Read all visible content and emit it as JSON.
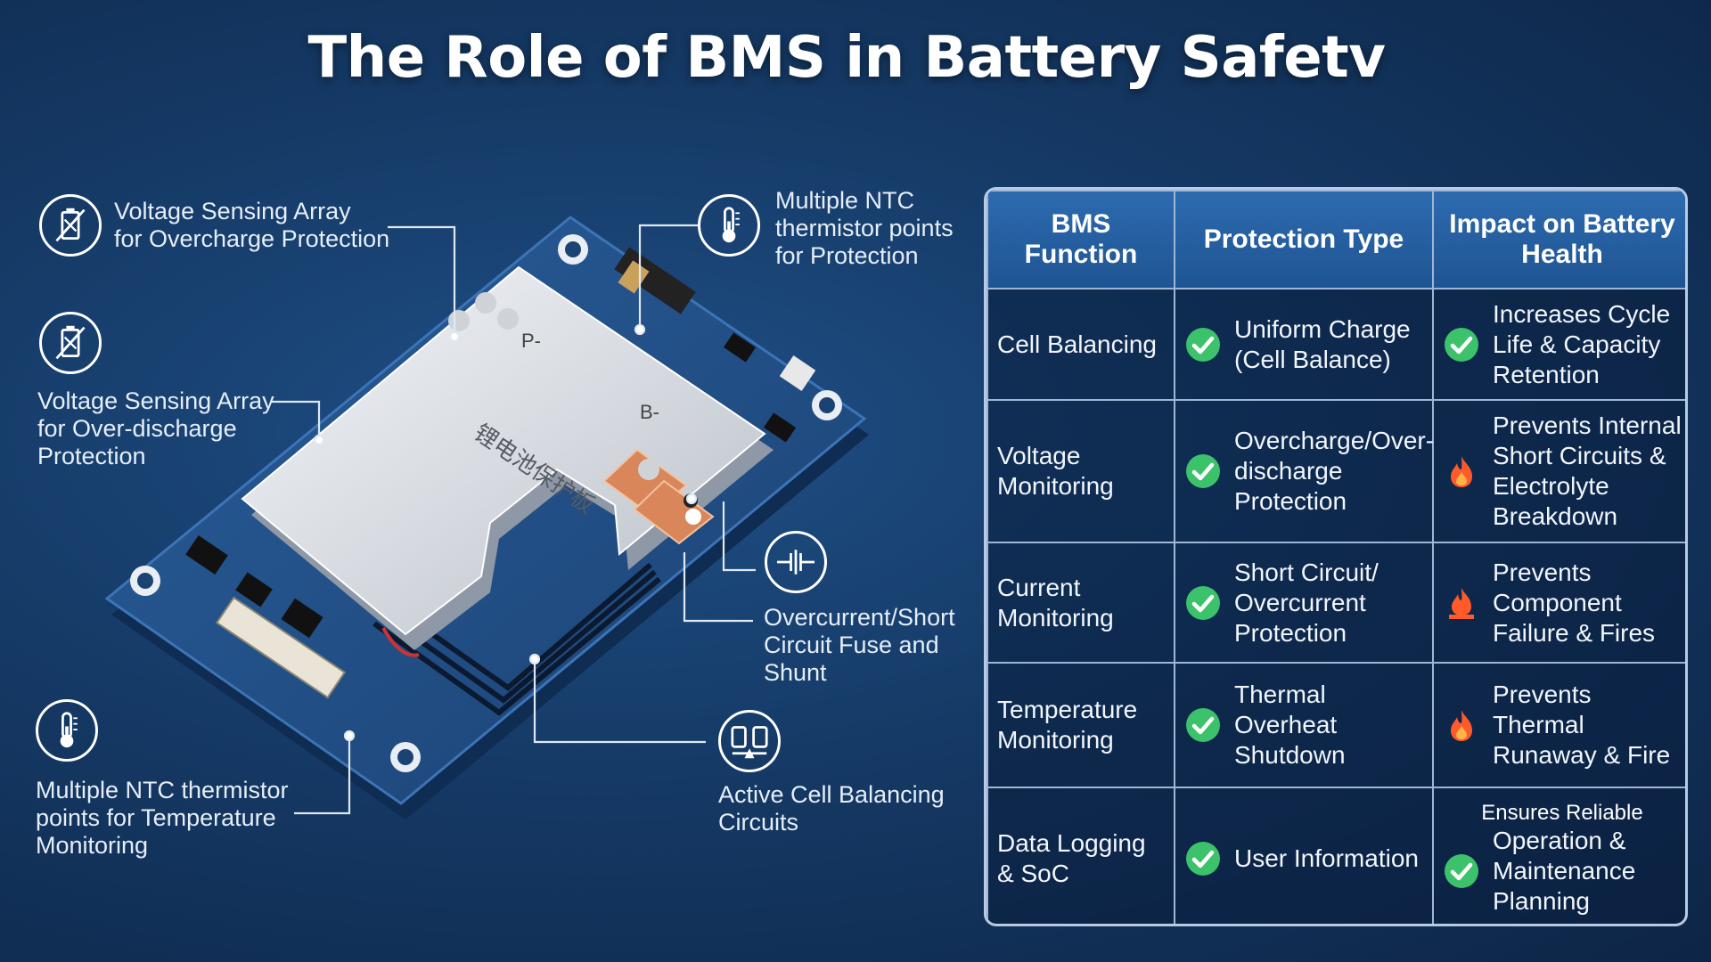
{
  "title": "The Role of BMS in Battery Safetv",
  "board": {
    "label": "锂电池保护板",
    "pad_p": "P-",
    "pad_b": "B-"
  },
  "callouts": [
    {
      "icon": "battery-cross-icon",
      "text": "Voltage Sensing Array\nfor Overcharge Protection"
    },
    {
      "icon": "battery-cross-icon",
      "text": "Voltage Sensing Array\nfor Over-discharge\nProtection"
    },
    {
      "icon": "thermometer-icon",
      "text": "Multiple NTC thermistor\npoints for Temperature\nMonitoring"
    },
    {
      "icon": "thermometer-icon",
      "text": "Multiple NTC\nthermistor points\nfor Protection"
    },
    {
      "icon": "fuse-icon",
      "text": "Overcurrent/Short\nCircuit Fuse and\nShunt"
    },
    {
      "icon": "balance-icon",
      "text": "Active Cell Balancing\nCircuits"
    }
  ],
  "table": {
    "headers": [
      "BMS Function",
      "Protection Type",
      "Impact on Battery Health"
    ],
    "rows": [
      {
        "function": "Cell Balancing",
        "protection": "Uniform Charge (Cell Balance)",
        "protection_icon": "check-icon",
        "impact": "Increases Cycle Life & Capacity Retention",
        "impact_icon": "check-icon",
        "impact_note": ""
      },
      {
        "function": "Voltage Monitoring",
        "protection": "Overcharge/Over-discharge Protection",
        "protection_icon": "check-icon",
        "impact": "Prevents Internal Short Circuits & Electrolyte Breakdown",
        "impact_icon": "flame-icon",
        "impact_note": ""
      },
      {
        "function": "Current Monitoring",
        "protection": "Short Circuit/ Overcurrent Protection",
        "protection_icon": "check-icon",
        "impact": "Prevents Component Failure & Fires",
        "impact_icon": "fire-icon",
        "impact_note": ""
      },
      {
        "function": "Temperature Monitoring",
        "protection": "Thermal Overheat Shutdown",
        "protection_icon": "check-icon",
        "impact": "Prevents Thermal Runaway & Fire",
        "impact_icon": "flame-icon",
        "impact_note": ""
      },
      {
        "function": "Data Logging & SoC",
        "protection": "User Information",
        "protection_icon": "check-icon",
        "impact": "Operation & Maintenance Planning",
        "impact_icon": "check-icon",
        "impact_note": "Ensures Reliable"
      }
    ]
  },
  "colors": {
    "background": "#153a66",
    "header": "#2d6bb0",
    "check": "#3cc26a",
    "flame": "#ff5a2a",
    "copper": "#d9875a"
  }
}
